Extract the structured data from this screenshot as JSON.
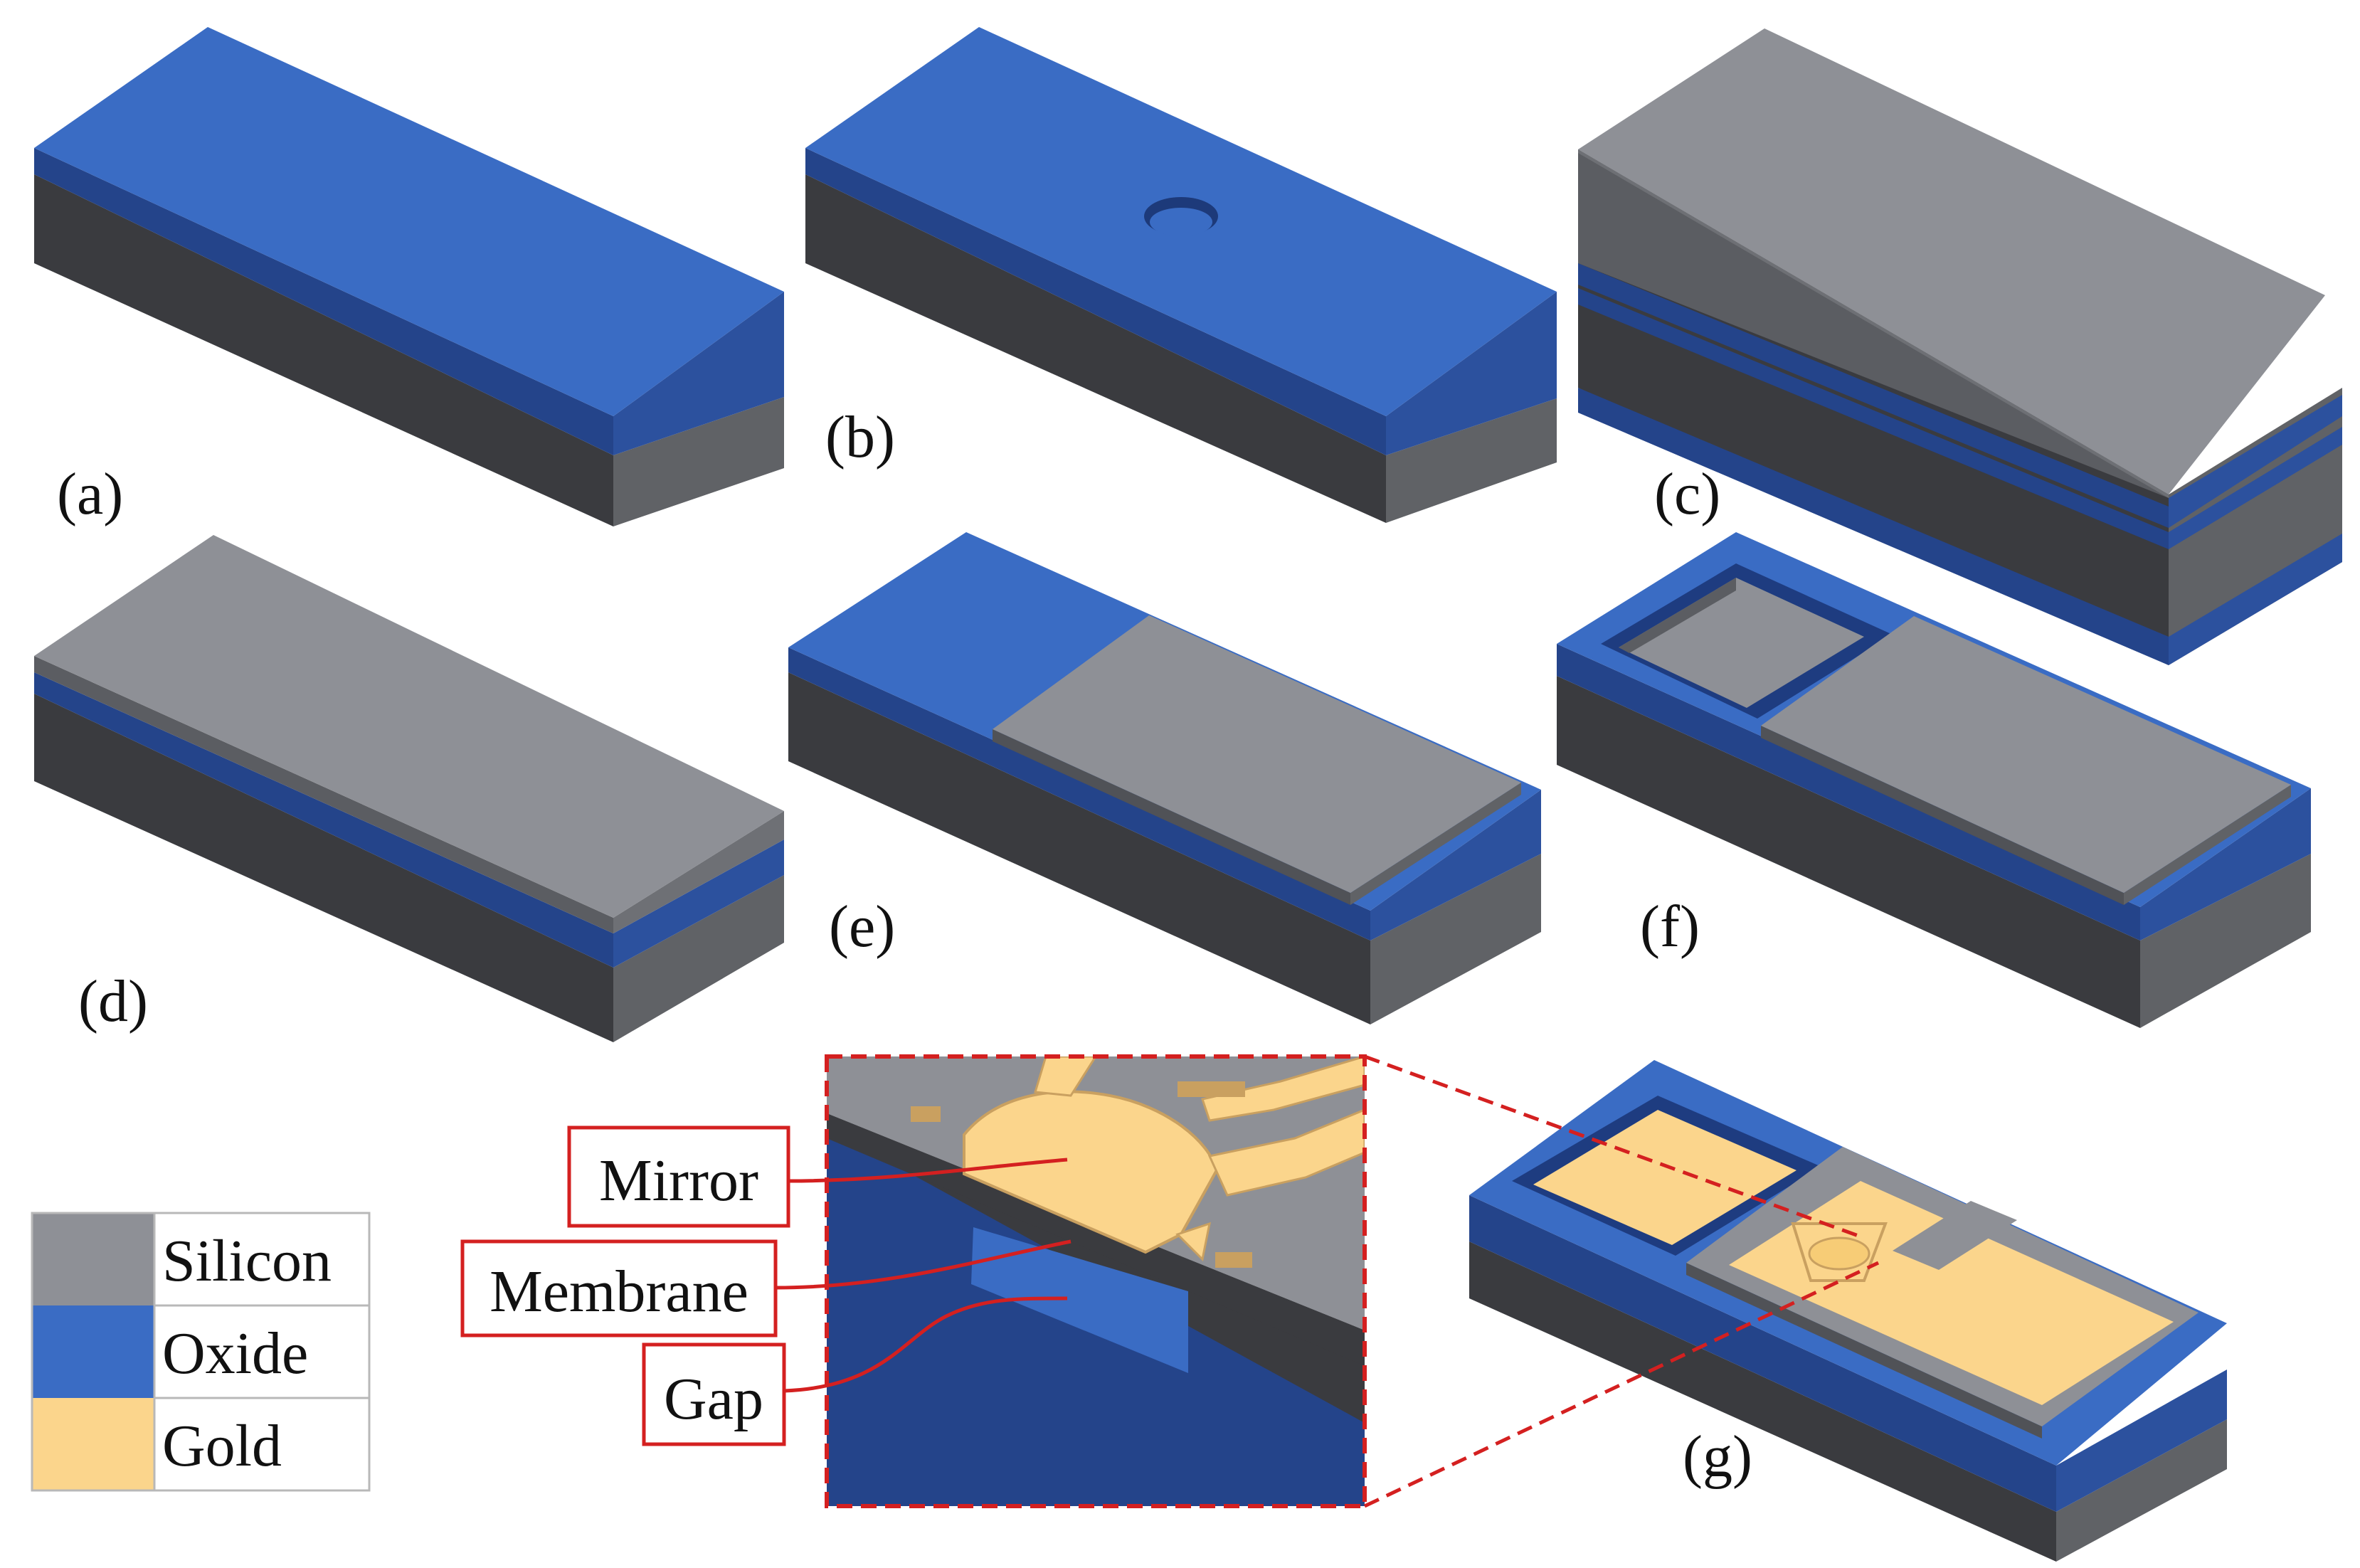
{
  "colors": {
    "silicon_top": "#8e9096",
    "silicon_side": "#3a3b3f",
    "silicon_end": "#606266",
    "oxide_top": "#3a6cc4",
    "oxide_side": "#24448a",
    "gold": "#fbd58c",
    "gold_edge": "#c9a060",
    "callout": "#d42020"
  },
  "panels": {
    "a": "(a)",
    "b": "(b)",
    "c": "(c)",
    "d": "(d)",
    "e": "(e)",
    "f": "(f)",
    "g": "(g)"
  },
  "legend": [
    {
      "label": "Silicon",
      "color": "#8e9096"
    },
    {
      "label": "Oxide",
      "color": "#3a6cc4"
    },
    {
      "label": "Gold",
      "color": "#fbd58c"
    }
  ],
  "callouts": {
    "mirror": "Mirror",
    "membrane": "Membrane",
    "gap": "Gap"
  }
}
